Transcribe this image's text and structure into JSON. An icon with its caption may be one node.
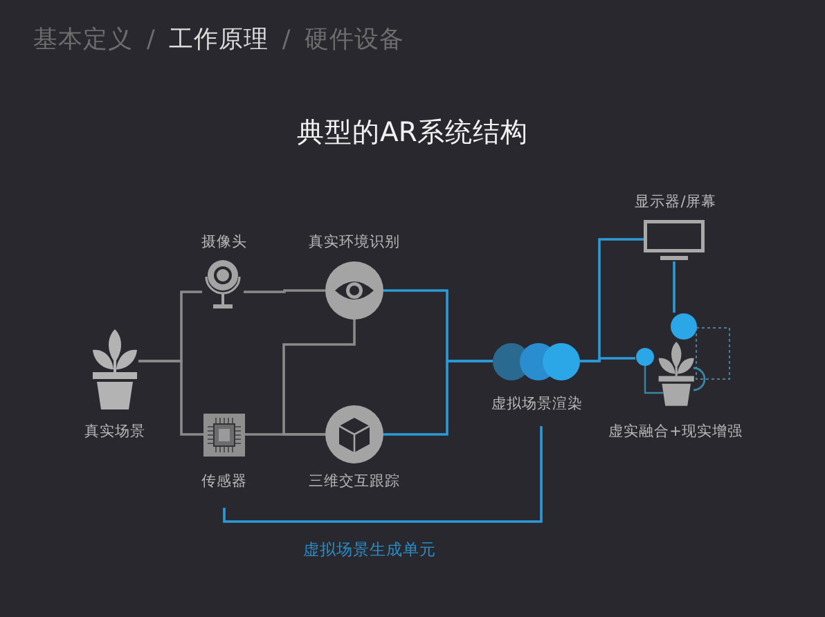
{
  "diagram": {
    "title": "典型的AR系统结构",
    "nodes": [
      {
        "text": [
          "真实场景"
        ]
      },
      {
        "text": [
          "摄像头"
        ]
      },
      {
        "text": [
          "传感器"
        ]
      },
      {
        "text": [
          "真实环境识别"
        ]
      },
      {
        "text": [
          "三维交互跟踪"
        ]
      },
      {
        "text": [
          "虚拟场景渲染"
        ]
      },
      {
        "text": [
          "显示器/屏幕"
        ]
      },
      {
        "text": [
          "虚实融合+现实增强"
        ]
      }
    ],
    "edges": [
      {
        "from": 0,
        "to": 1,
        "arrow": "none",
        "color": "#8a8a8a"
      },
      {
        "from": 0,
        "to": 2,
        "arrow": "none",
        "color": "#8a8a8a"
      },
      {
        "from": 1,
        "to": 3,
        "arrow": "none",
        "color": "#8a8a8a"
      },
      {
        "from": 2,
        "to": 4,
        "arrow": "none",
        "color": "#8a8a8a"
      },
      {
        "from": 3,
        "to": 4,
        "arrow": "none",
        "color": "#8a8a8a"
      },
      {
        "from": 3,
        "to": 5,
        "arrow": "none",
        "color": "#2a9bd7"
      },
      {
        "from": 4,
        "to": 5,
        "arrow": "none",
        "color": "#2a9bd7"
      },
      {
        "from": 5,
        "to": 6,
        "arrow": "none",
        "color": "#2a9bd7"
      },
      {
        "from": 5,
        "to": 7,
        "arrow": "none",
        "color": "#2a9bd7"
      },
      {
        "from": 6,
        "to": 7,
        "arrow": "none",
        "color": "#2a9bd7"
      }
    ],
    "labels": [
      "基本定义",
      "/",
      "工作原理",
      "/",
      "硬件设备",
      "虚拟场景生成单元"
    ]
  }
}
